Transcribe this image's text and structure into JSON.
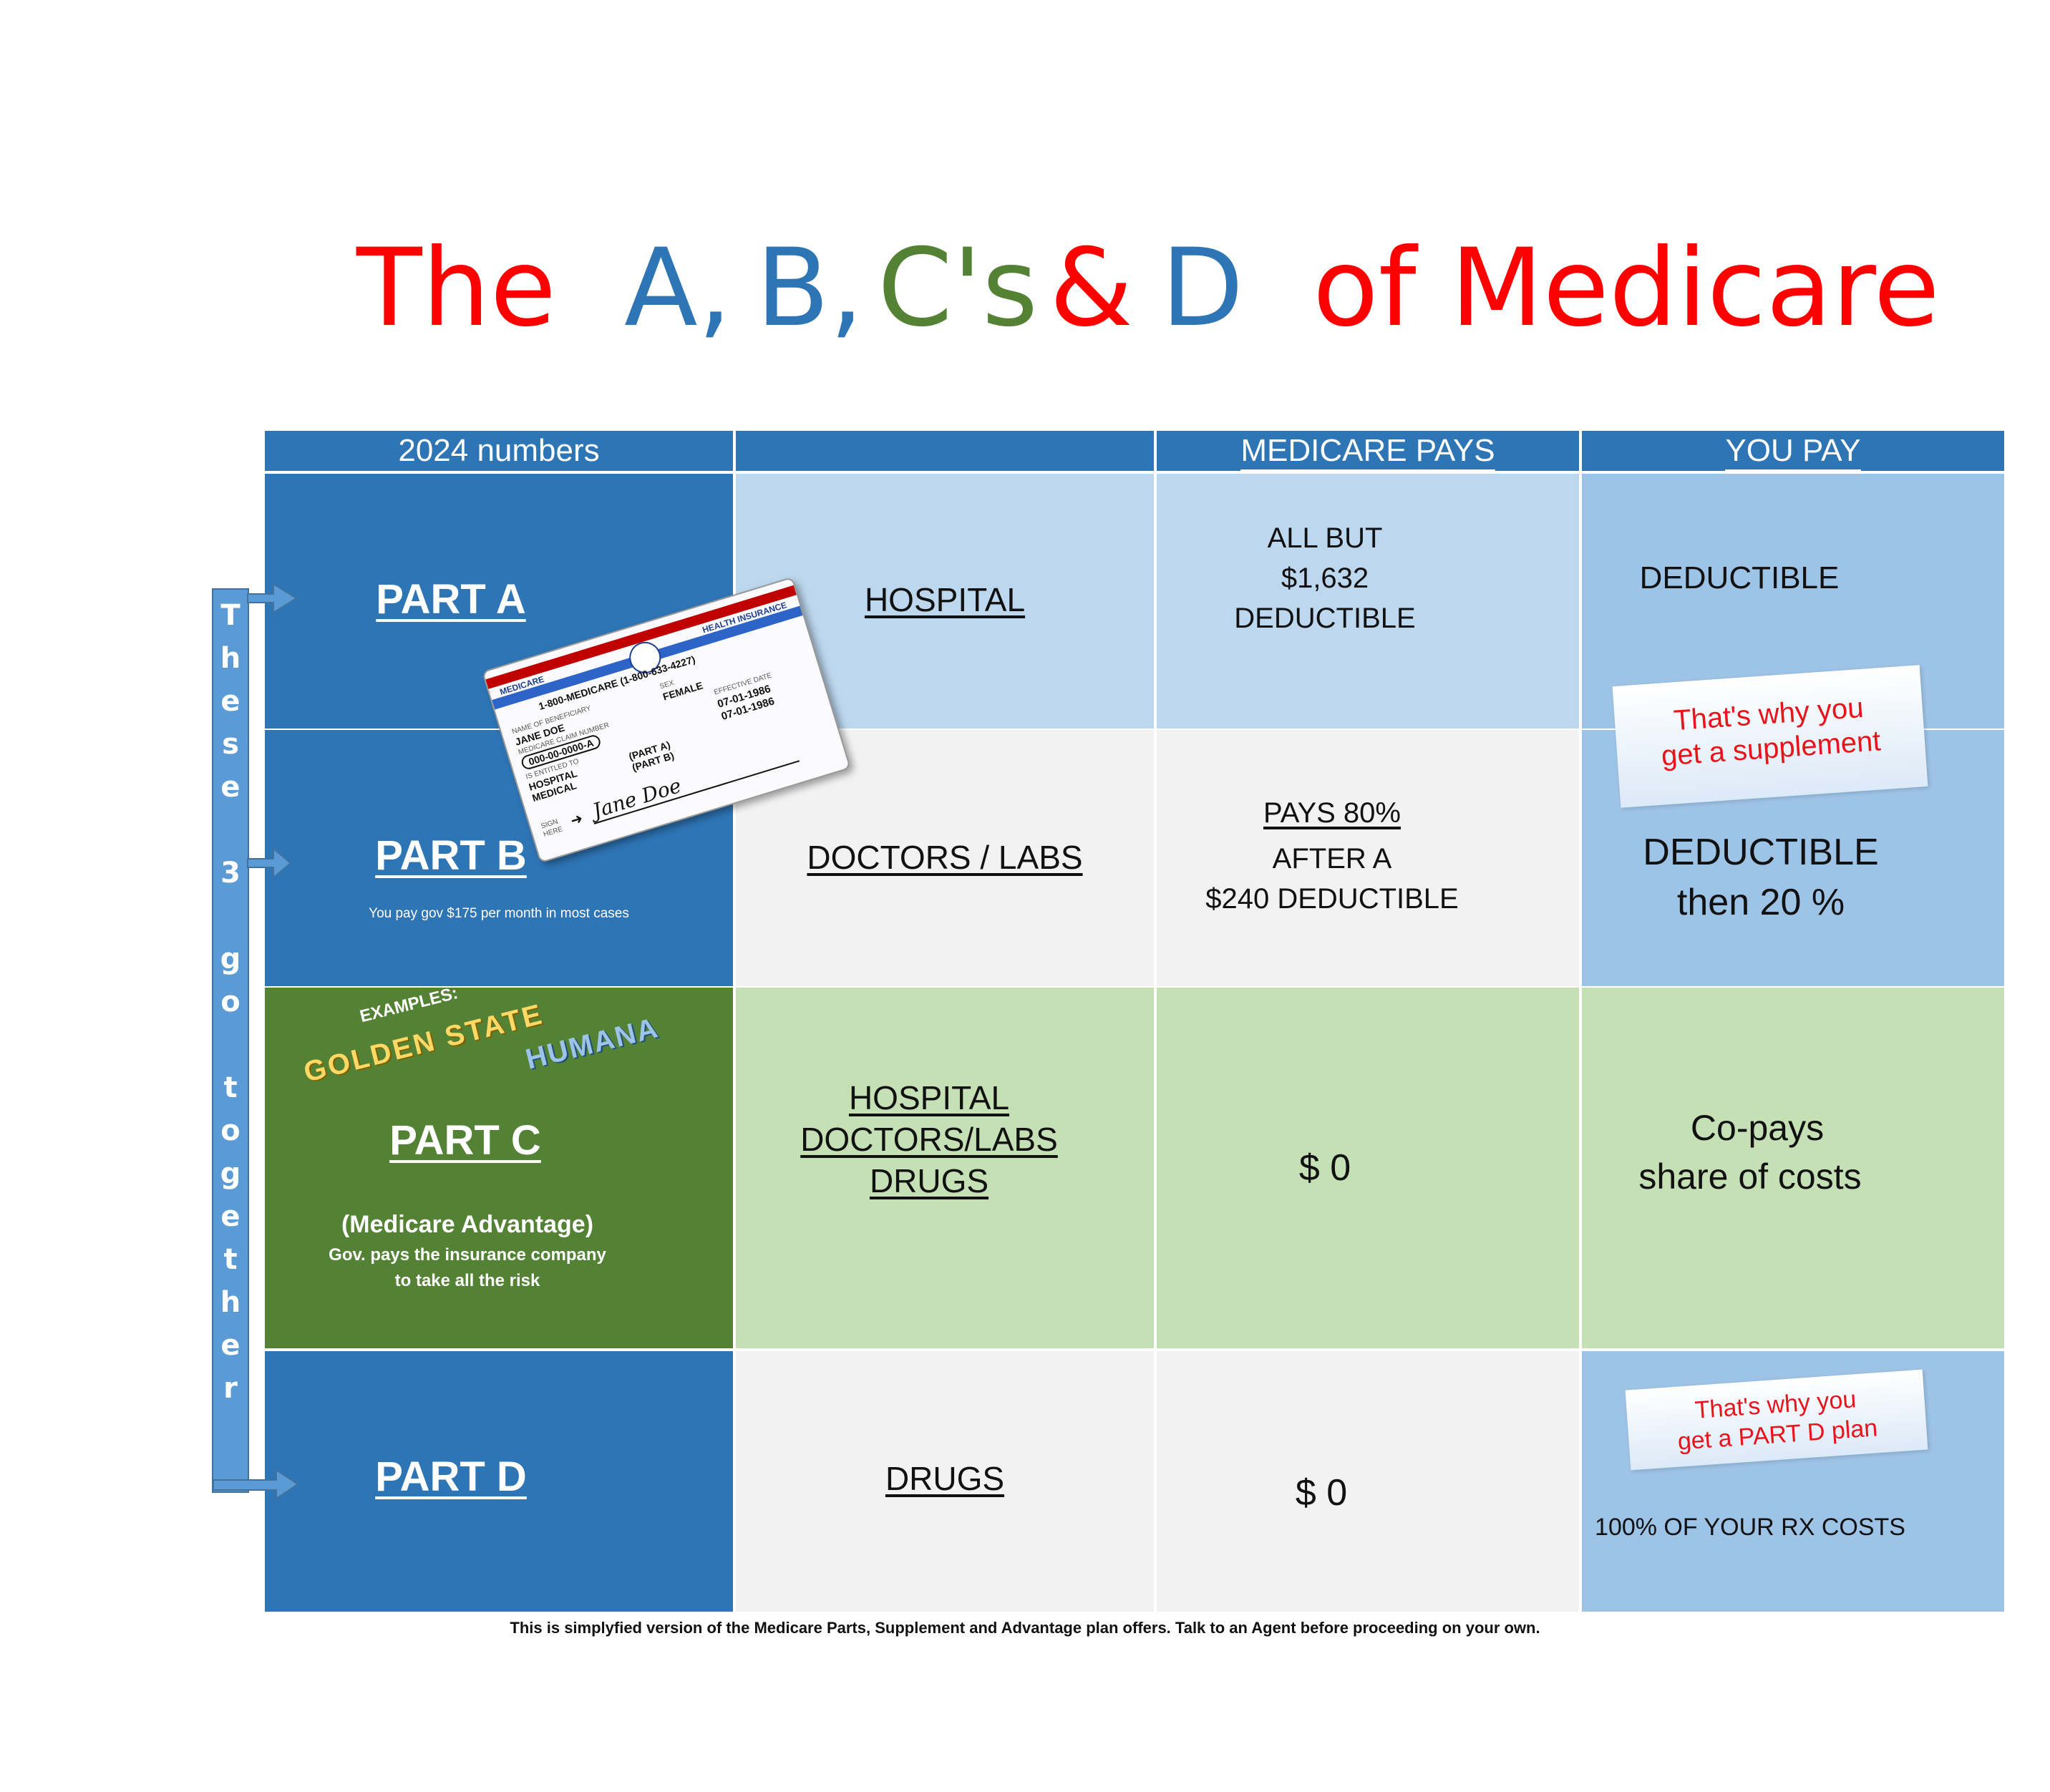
{
  "title": {
    "the": "The",
    "a": "A,",
    "b": "B,",
    "cs": "C's",
    "amp": "&",
    "d": "D",
    "of_medicare": "of Medicare"
  },
  "header": {
    "col1": "2024 numbers",
    "col2": "",
    "col3": "MEDICARE PAYS",
    "col4": "YOU PAY"
  },
  "side_banner": {
    "letters": [
      "T",
      "h",
      "e",
      "s",
      "e",
      "",
      "3",
      "",
      "g",
      "o",
      "",
      "t",
      "o",
      "g",
      "e",
      "t",
      "h",
      "e",
      "r"
    ]
  },
  "rows": {
    "part_a": {
      "label": "PART A",
      "coverage": "HOSPITAL",
      "medicare_pays": [
        "ALL BUT",
        "$1,632",
        "DEDUCTIBLE"
      ],
      "you_pay": "DEDUCTIBLE"
    },
    "part_b": {
      "label": "PART B",
      "sub": "You pay gov $175 per month in most cases",
      "coverage": "DOCTORS / LABS",
      "medicare_pays": [
        "PAYS 80%",
        "AFTER A",
        "$240 DEDUCTIBLE"
      ],
      "you_pay": [
        "DEDUCTIBLE",
        "then 20 %"
      ]
    },
    "part_c": {
      "examples": "EXAMPLES:",
      "example1": "GOLDEN STATE",
      "example2": "HUMANA",
      "label": "PART C",
      "sub1": "(Medicare Advantage)",
      "sub2": "Gov. pays the insurance company",
      "sub3": "to take all the risk",
      "coverage": [
        "HOSPITAL",
        "DOCTORS/LABS",
        "DRUGS"
      ],
      "medicare_pays": "$ 0",
      "you_pay": [
        "Co-pays",
        "share of costs"
      ]
    },
    "part_d": {
      "label": "PART D",
      "coverage": "DRUGS",
      "medicare_pays": "$ 0",
      "you_pay": "100% OF YOUR RX COSTS"
    }
  },
  "notes": {
    "supplement": [
      "That's why you",
      "get a supplement"
    ],
    "part_d_plan": [
      "That's why you",
      "get a PART D  plan"
    ]
  },
  "card": {
    "health_insurance": "HEALTH INSURANCE",
    "medicare": "MEDICARE",
    "phone": "1-800-MEDICARE (1-800-633-4227)",
    "name_label": "NAME OF BENEFICIARY",
    "name": "JANE DOE",
    "number_label": "MEDICARE CLAIM NUMBER",
    "number": "000-00-0000-A",
    "sex_label": "SEX",
    "sex": "FEMALE",
    "entitled_label": "IS ENTITLED TO",
    "hospital": "HOSPITAL",
    "medical": "MEDICAL",
    "part_a": "(PART A)",
    "part_b": "(PART B)",
    "effective_label": "EFFECTIVE DATE",
    "date1": "07-01-1986",
    "date2": "07-01-1986",
    "sign_label": "SIGN HERE",
    "signature": "Jane Doe"
  },
  "footer": "This is simplyfied version of the Medicare Parts, Supplement and Advantage plan offers.   Talk to an Agent before proceeding on your own.",
  "colors": {
    "red": "#ff0000",
    "blue": "#2e75b6",
    "green": "#548235",
    "light_blue": "#bdd7ee",
    "mid_blue": "#9dc3e6",
    "light_gray": "#f2f2f2",
    "light_green": "#c5e0b4"
  }
}
